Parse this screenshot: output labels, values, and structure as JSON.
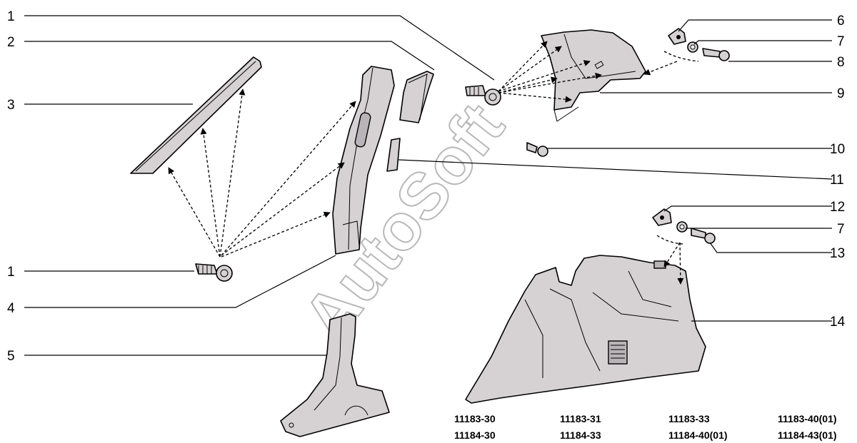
{
  "watermark": "AutoSoft",
  "callouts": {
    "c1_top": "1",
    "c2": "2",
    "c3": "3",
    "c1_bottom": "1",
    "c4": "4",
    "c5": "5",
    "c6": "6",
    "c7_top": "7",
    "c8": "8",
    "c9": "9",
    "c10": "10",
    "c11": "11",
    "c12": "12",
    "c7_bottom": "7",
    "c13": "13",
    "c14": "14"
  },
  "model_codes": {
    "row1": [
      "11183-30",
      "11183-31",
      "11183-33",
      "11183-40(01)"
    ],
    "row2": [
      "11184-30",
      "11184-33",
      "11184-40(01)",
      "11184-43(01)"
    ]
  },
  "icons": {
    "clip": "push-clip-icon",
    "nut": "spring-nut-icon",
    "washer": "washer-icon",
    "screw": "screw-icon",
    "arrow": "dashed-arrow-icon"
  }
}
